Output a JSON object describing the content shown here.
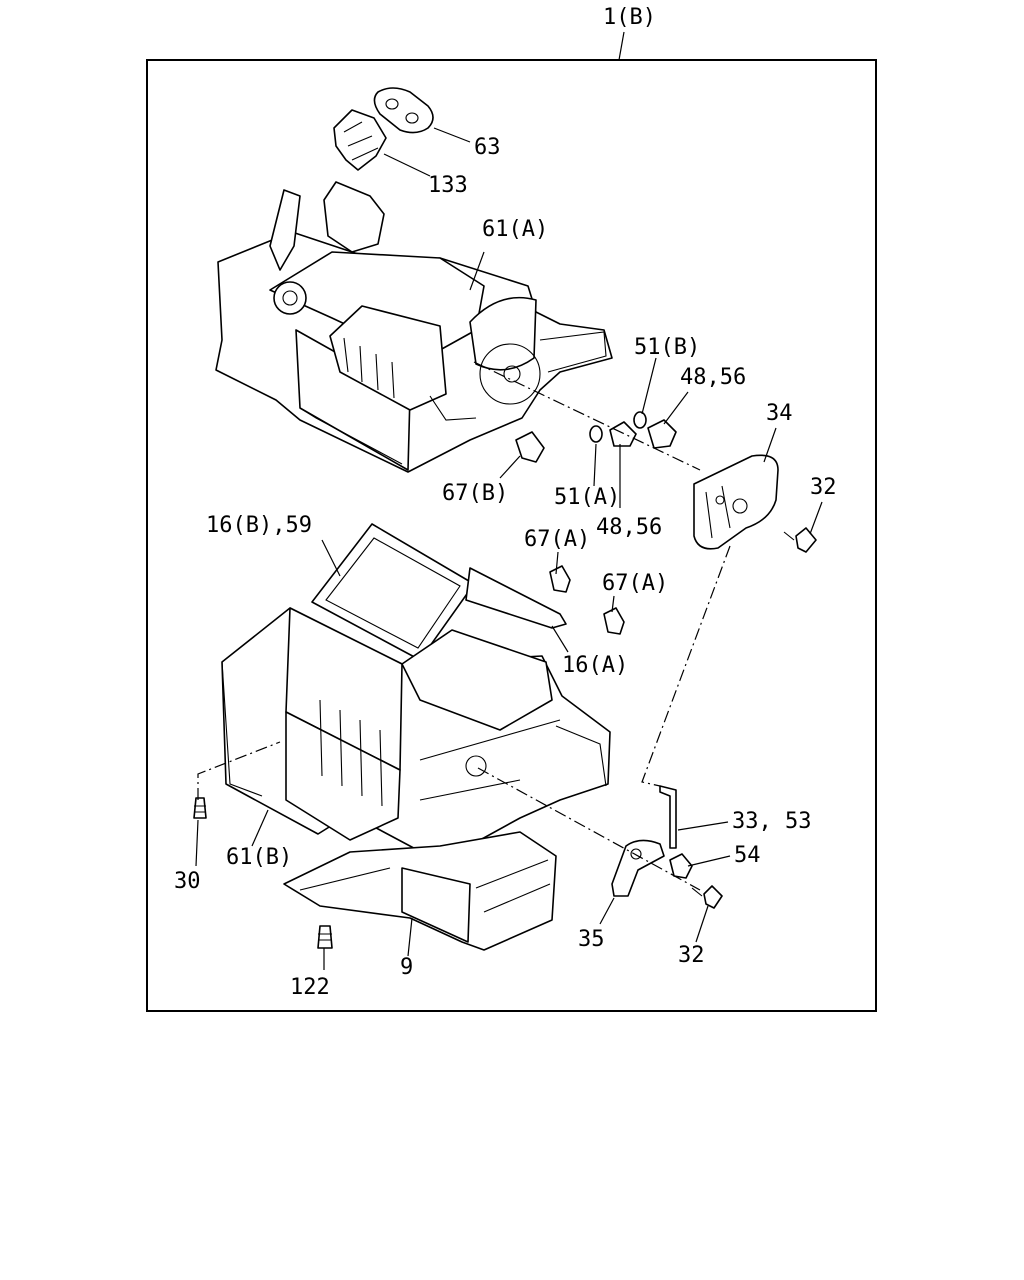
{
  "diagram": {
    "assembly_label": "1(B)",
    "callouts": [
      {
        "id": "c63",
        "text": "63"
      },
      {
        "id": "c133",
        "text": "133"
      },
      {
        "id": "c61a",
        "text": "61(A)"
      },
      {
        "id": "c51b",
        "text": "51(B)"
      },
      {
        "id": "c4856a",
        "text": "48,56"
      },
      {
        "id": "c34",
        "text": "34"
      },
      {
        "id": "c32a",
        "text": "32"
      },
      {
        "id": "c67b",
        "text": "67(B)"
      },
      {
        "id": "c51a",
        "text": "51(A)"
      },
      {
        "id": "c4856b",
        "text": "48,56"
      },
      {
        "id": "c16b59",
        "text": "16(B),59"
      },
      {
        "id": "c67a1",
        "text": "67(A)"
      },
      {
        "id": "c67a2",
        "text": "67(A)"
      },
      {
        "id": "c16a",
        "text": "16(A)"
      },
      {
        "id": "c3353",
        "text": "33, 53"
      },
      {
        "id": "c54",
        "text": "54"
      },
      {
        "id": "c30",
        "text": "30"
      },
      {
        "id": "c61b",
        "text": "61(B)"
      },
      {
        "id": "c35",
        "text": "35"
      },
      {
        "id": "c32b",
        "text": "32"
      },
      {
        "id": "c122",
        "text": "122"
      },
      {
        "id": "c9",
        "text": "9"
      }
    ]
  }
}
